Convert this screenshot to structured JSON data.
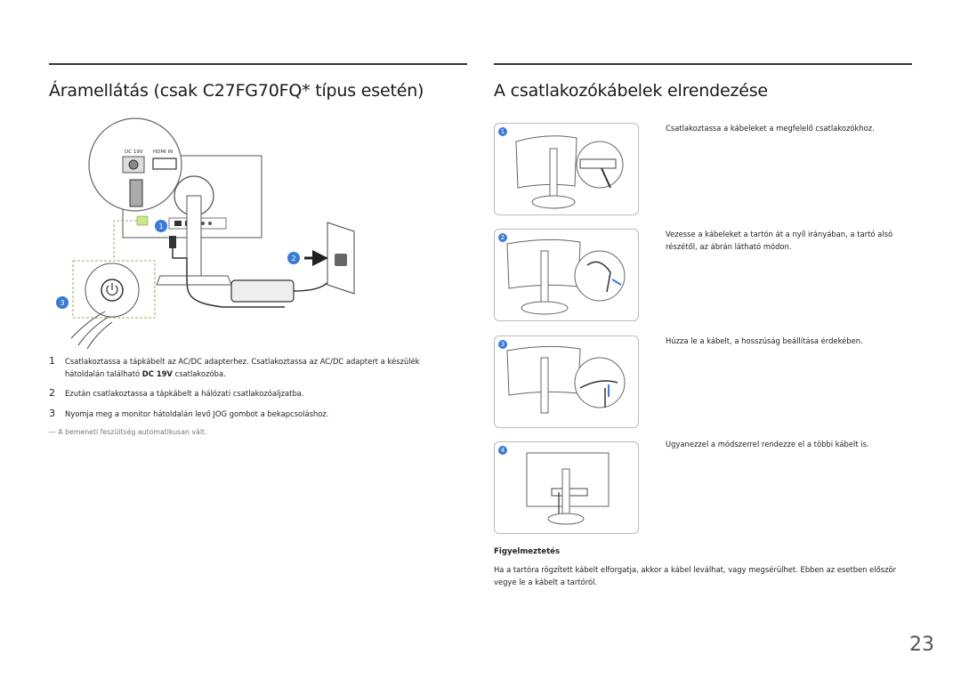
{
  "left": {
    "title": "Áramellátás (csak C27FG70FQ* típus esetén)",
    "steps": [
      {
        "num": "1",
        "text_a": "Csatlakoztassa a tápkábelt az AC/DC adapterhez. Csatlakoztassa az AC/DC adaptert a készülék hátoldalán található ",
        "text_bold": "DC 19V",
        "text_b": " csatlakozóba."
      },
      {
        "num": "2",
        "text": "Ezután csatlakoztassa a tápkábelt a hálózati csatlakozóaljzatba."
      },
      {
        "num": "3",
        "text": "Nyomja meg a monitor hátoldalán levő JOG gombot a bekapcsoláshoz."
      }
    ],
    "note": "― A bemeneti feszültség automatikusan vált.",
    "figure": {
      "port_dc": "DC 19V",
      "port_hdmi": "HDMI IN",
      "callouts": [
        "1",
        "2",
        "3"
      ]
    }
  },
  "right": {
    "title": "A csatlakozókábelek elrendezése",
    "panels": [
      {
        "num": "1",
        "text": "Csatlakoztassa a kábeleket a megfelelő csatlakozókhoz."
      },
      {
        "num": "2",
        "text": "Vezesse a kábeleket a tartón át a nyíl irányában, a tartó alsó részétől, az ábrán látható módon."
      },
      {
        "num": "3",
        "text": "Húzza le a kábelt, a hosszúság beállítása érdekében."
      },
      {
        "num": "4",
        "text": "Ugyanezzel a módszerrel rendezze el a többi kábelt is."
      }
    ],
    "warning_title": "Figyelmeztetés",
    "warning_text": "Ha a tartóra rögzített kábelt elforgatja, akkor a kábel leválhat, vagy megsérülhet. Ebben az esetben először vegye le a kábelt a tartóról."
  },
  "page_number": "23",
  "colors": {
    "accent": "#3a7bd5",
    "highlight": "#c8e68a"
  }
}
